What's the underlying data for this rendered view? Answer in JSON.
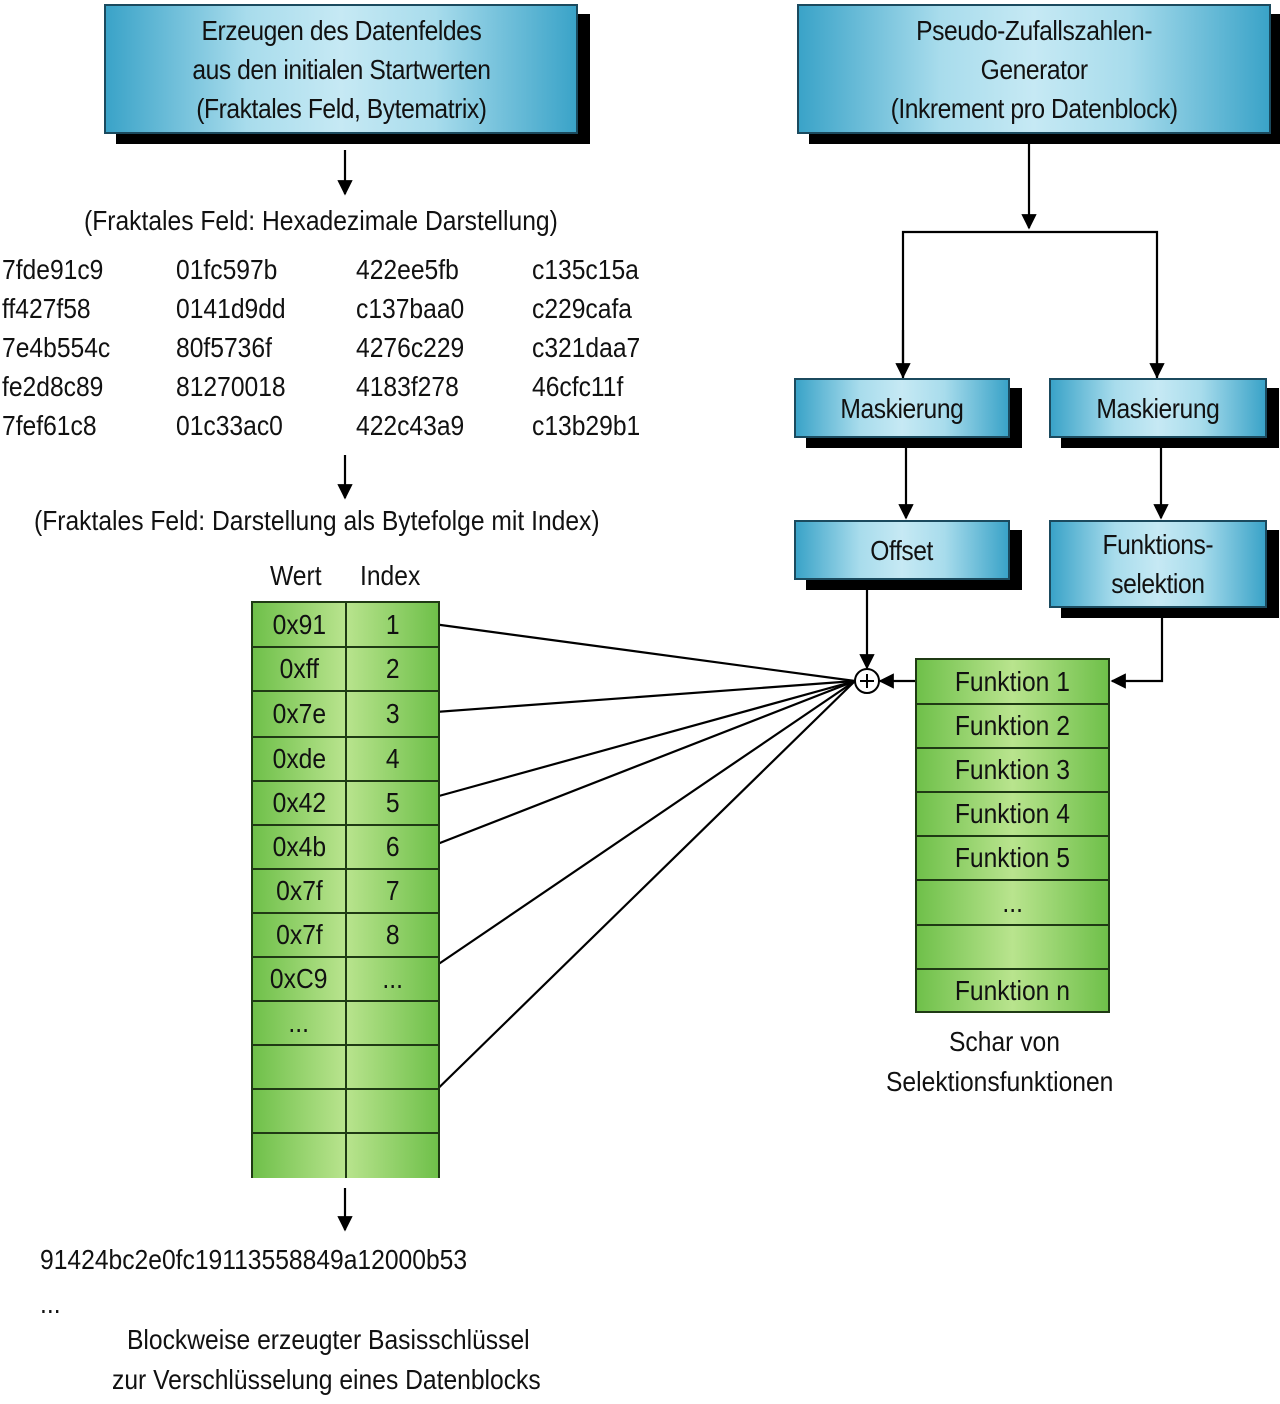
{
  "left_column": {
    "top_box_lines": [
      "Erzeugen des Datenfeldes",
      "aus den initialen Startwerten",
      "(Fraktales Feld, Bytematrix)"
    ],
    "hex_caption": "(Fraktales Feld: Hexadezimale Darstellung)",
    "hex_rows": [
      [
        "7fde91c9",
        "01fc597b",
        "422ee5fb",
        "c135c15a"
      ],
      [
        "ff427f58",
        "0141d9dd",
        "c137baa0",
        "c229cafa"
      ],
      [
        "7e4b554c",
        "80f5736f",
        "4276c229",
        "c321daa7"
      ],
      [
        "fe2d8c89",
        "81270018",
        "4183f278",
        "46cfc11f"
      ],
      [
        "7fef61c8",
        "01c33ac0",
        "422c43a9",
        "c13b29b1"
      ]
    ],
    "bytes_caption": "(Fraktales Feld: Darstellung als Bytefolge mit Index)",
    "byte_table": {
      "headers": [
        "Wert",
        "Index"
      ],
      "rows": [
        [
          "0x91",
          "1"
        ],
        [
          "0xff",
          "2"
        ],
        [
          "0x7e",
          "3"
        ],
        [
          "0xde",
          "4"
        ],
        [
          "0x42",
          "5"
        ],
        [
          "0x4b",
          "6"
        ],
        [
          "0x7f",
          "7"
        ],
        [
          "0x7f",
          "8"
        ],
        [
          "0xC9",
          "..."
        ],
        [
          "...",
          ""
        ],
        [
          "",
          ""
        ],
        [
          "",
          ""
        ],
        [
          "",
          ""
        ]
      ]
    },
    "key_output": "91424bc2e0fc19113558849a12000b53",
    "key_ellipsis": "...",
    "key_caption_lines": [
      "Blockweise erzeugter Basisschlüssel",
      "zur Verschlüsselung eines Datenblocks"
    ]
  },
  "right_column": {
    "prng_box_lines": [
      "Pseudo-Zufallszahlen-",
      "Generator",
      "(Inkrement pro Datenblock)"
    ],
    "mask_left": "Maskierung",
    "mask_right": "Maskierung",
    "offset": "Offset",
    "function_selection_lines": [
      "Funktions-",
      "selektion"
    ],
    "combiner_symbol": "⊕",
    "functions": [
      "Funktion 1",
      "Funktion 2",
      "Funktion 3",
      "Funktion 4",
      "Funktion 5",
      "...",
      "",
      "Funktion n"
    ],
    "functions_caption_lines": [
      "Schar von",
      "Selektionsfunktionen"
    ]
  },
  "colors": {
    "box_blue": "#3aa3c8",
    "box_blue_light": "#c6e9f4",
    "table_green": "#6fc04a",
    "table_green_light": "#b9e48e"
  }
}
